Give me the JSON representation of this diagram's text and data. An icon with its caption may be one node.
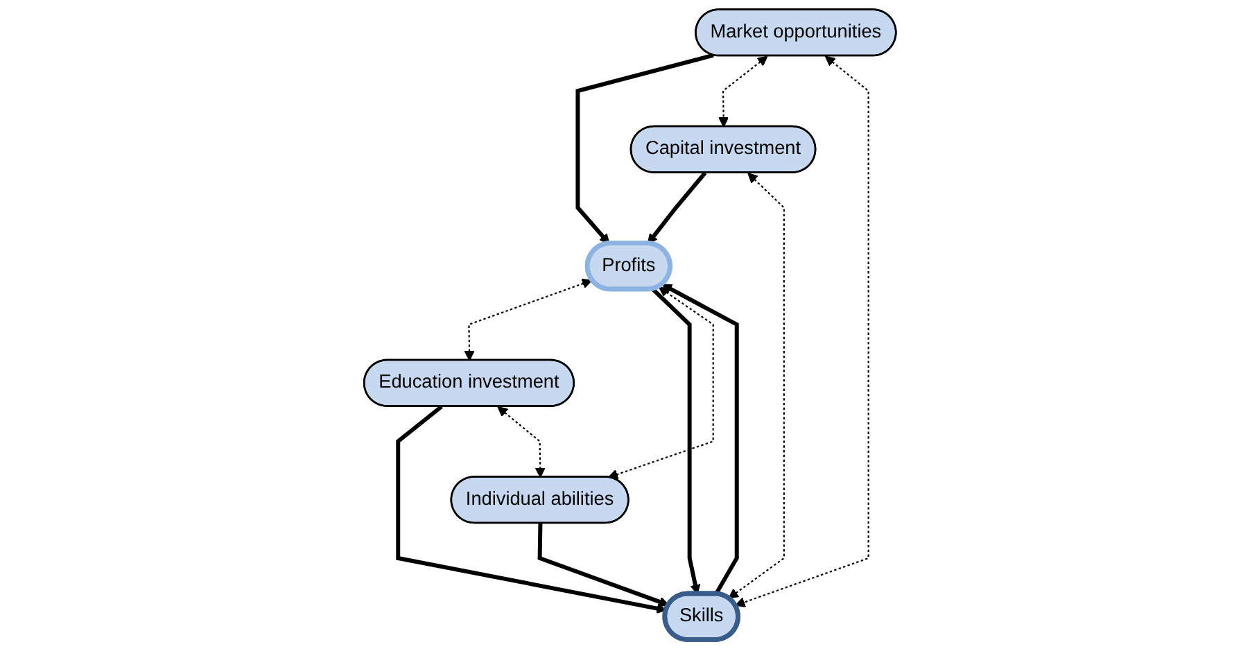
{
  "diagram": {
    "nodes": [
      {
        "text": [
          "Market opportunities"
        ]
      },
      {
        "text": [
          "Profits"
        ]
      },
      {
        "text": [
          "Education investment"
        ]
      },
      {
        "text": [
          "Capital investment"
        ]
      },
      {
        "text": [
          "Skills"
        ]
      },
      {
        "text": [
          "Individual abilities"
        ]
      }
    ],
    "edges": [
      {
        "from": 0,
        "to": 1,
        "arrow": "to",
        "style": "thick"
      },
      {
        "from": 0,
        "to": 3,
        "arrow": "both",
        "style": "dashed"
      },
      {
        "from": 0,
        "to": 4,
        "arrow": "both",
        "style": "dashed"
      },
      {
        "from": 1,
        "to": 2,
        "arrow": "both",
        "style": "dashed"
      },
      {
        "from": 1,
        "to": 4,
        "arrow": "to",
        "style": "thick"
      },
      {
        "from": 4,
        "to": 1,
        "arrow": "to",
        "style": "thick"
      },
      {
        "from": 3,
        "to": 1,
        "arrow": "to",
        "style": "thick"
      },
      {
        "from": 3,
        "to": 4,
        "arrow": "both",
        "style": "dashed"
      },
      {
        "from": 2,
        "to": 4,
        "arrow": "to",
        "style": "thick"
      },
      {
        "from": 1,
        "to": 5,
        "arrow": "both",
        "style": "dashed"
      },
      {
        "from": 5,
        "to": 4,
        "arrow": "to",
        "style": "thick"
      },
      {
        "from": 2,
        "to": 5,
        "arrow": "both",
        "style": "dashed"
      }
    ]
  }
}
